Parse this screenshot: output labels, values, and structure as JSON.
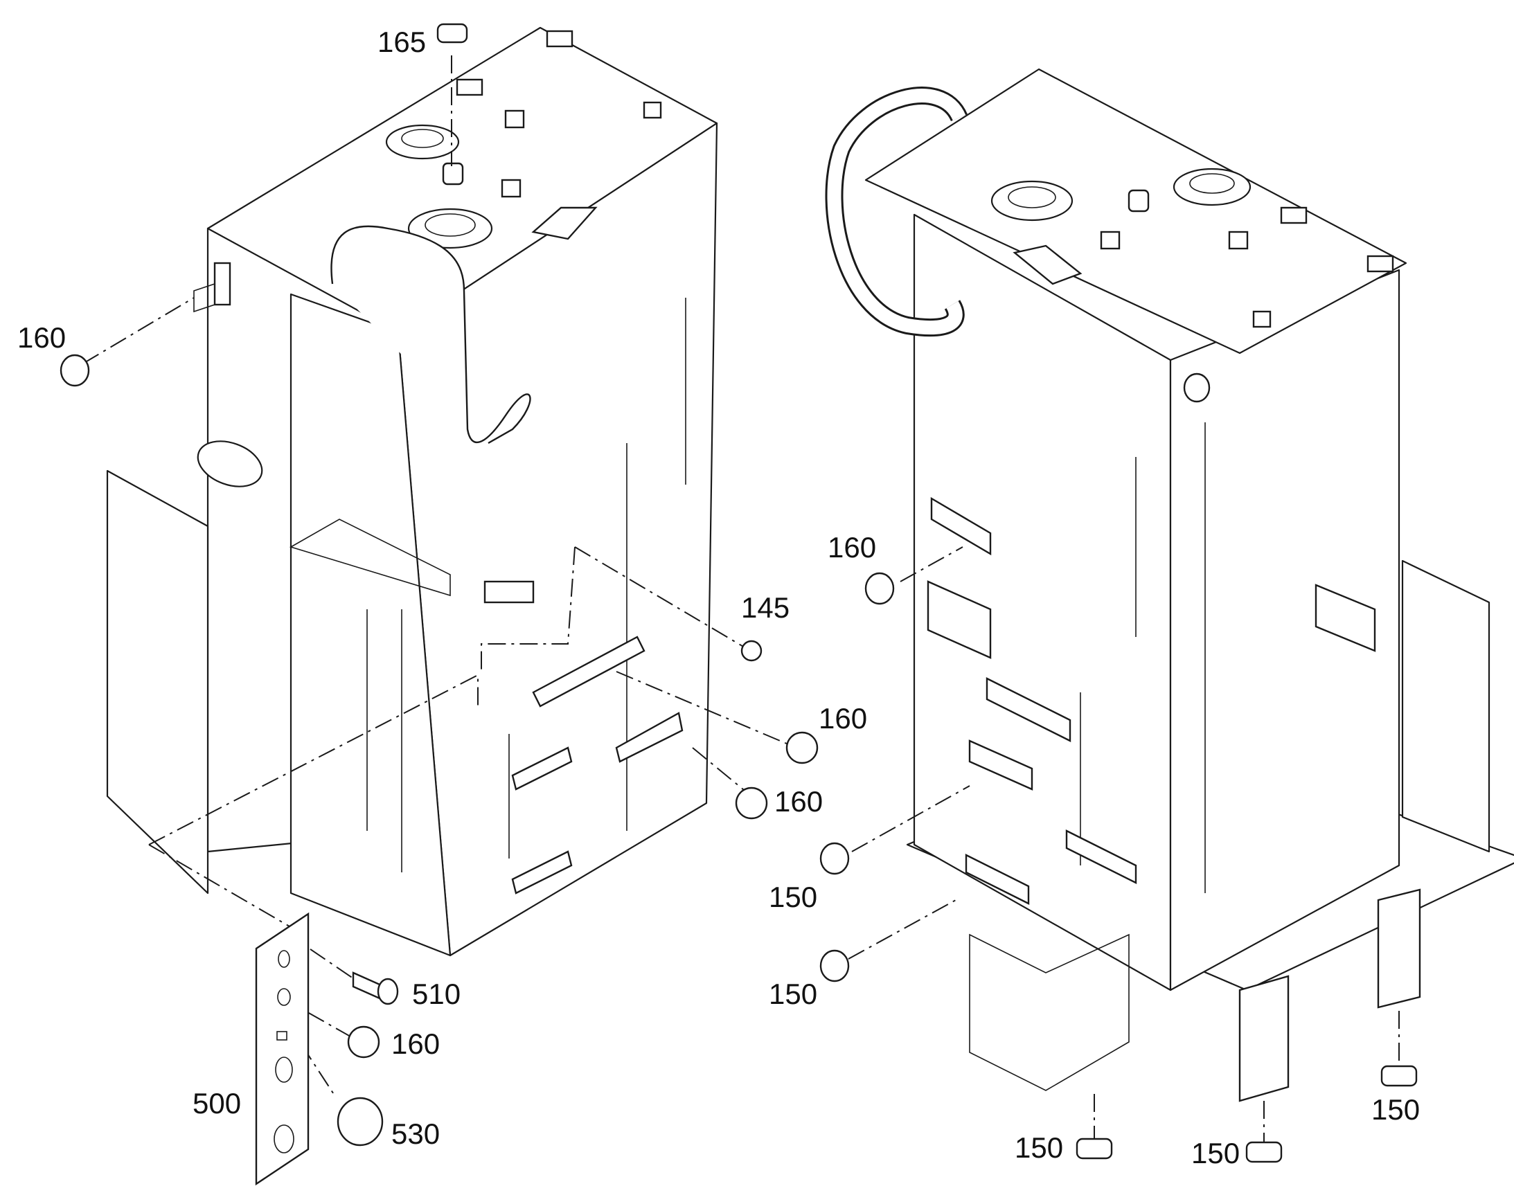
{
  "callouts": {
    "c165": "165",
    "c160_left_top": "160",
    "c145": "145",
    "c160_mid_a": "160",
    "c160_mid_b": "160",
    "c510": "510",
    "c160_panel": "160",
    "c500": "500",
    "c530": "530",
    "c160_right": "160",
    "c150_a": "150",
    "c150_b": "150",
    "c150_c": "150",
    "c150_d": "150",
    "c150_e": "150"
  },
  "colors": {
    "line": "#1a1a1a",
    "background": "#ffffff"
  },
  "icons": [
    "plug-cap",
    "screw",
    "mounting-panel",
    "pipe-handle"
  ]
}
